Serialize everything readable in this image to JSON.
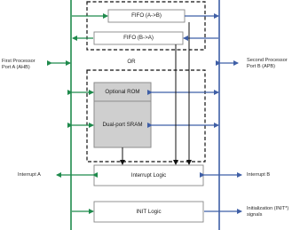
{
  "diagram": {
    "left_port": {
      "line1": "First Processor",
      "line2": "Port A (AHB)"
    },
    "right_port": {
      "line1": "Second Processor",
      "line2": "Port B (APB)"
    },
    "fifo_ab": "FIFO (A->B)",
    "fifo_ba": "FIFO (B->A)",
    "or_label": "OR",
    "optional_rom": "Optional ROM",
    "dual_port_sram": "Dual-port SRAM",
    "interrupt_logic": "Interrupt Logic",
    "init_logic": "INIT Logic",
    "interrupt_a": "Interrupt A",
    "interrupt_b": "Interrupt B",
    "init_signals": {
      "line1": "Initialization (INIT*)",
      "line2": "signals"
    }
  },
  "colors": {
    "port_a_bus": "#1f8a4c",
    "port_b_bus": "#3f5fa6",
    "box_border": "#888888",
    "shaded_box": "#cfcfcf"
  }
}
